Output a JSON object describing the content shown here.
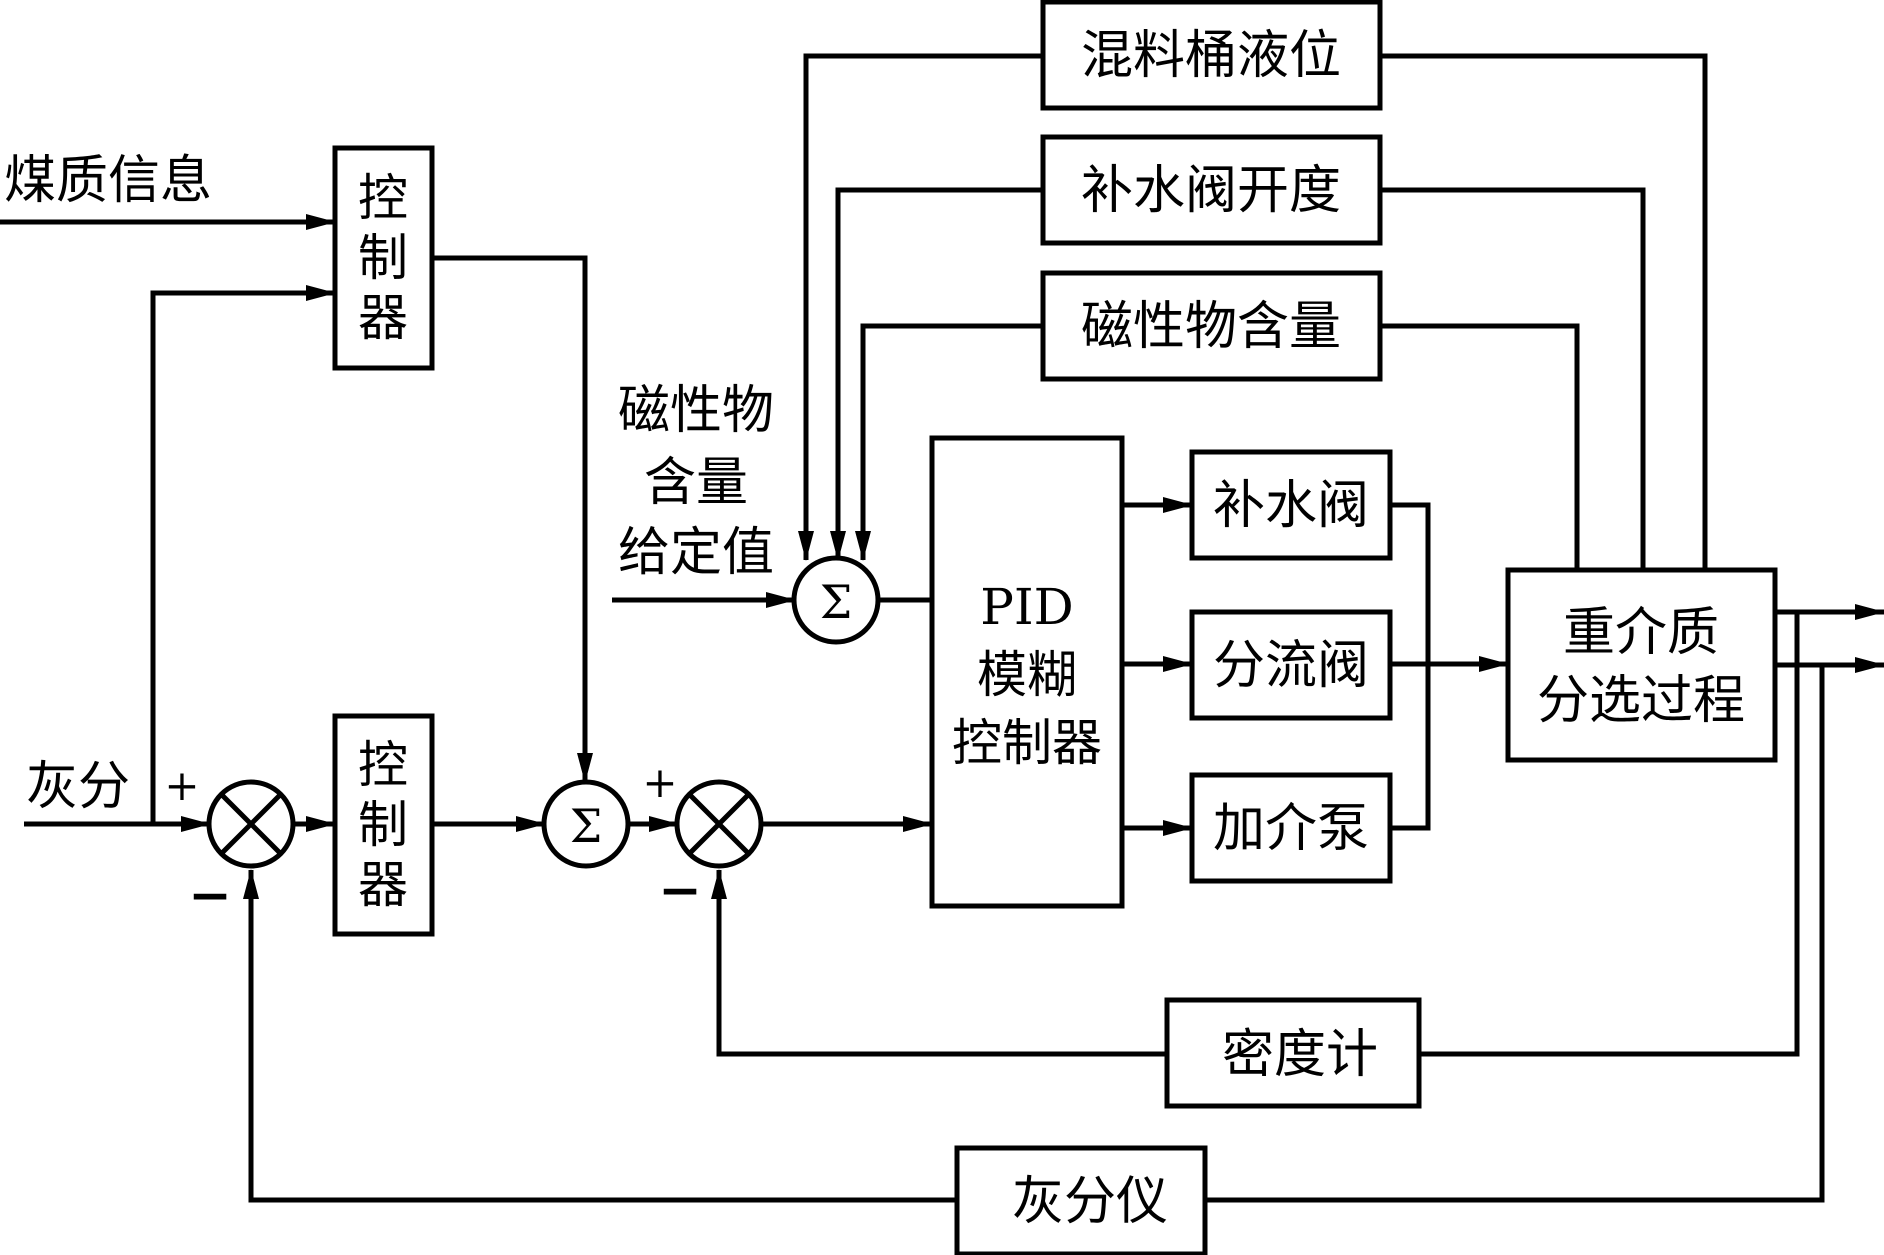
{
  "inputs": {
    "coal_info": "煤质信息",
    "ash": "灰分",
    "magnetic_setpoint": [
      "磁性物",
      "含量",
      "给定值"
    ]
  },
  "blocks": {
    "controller_top": "控制器",
    "controller_bottom": "控制器",
    "pid_fuzzy": [
      "PID",
      "模糊",
      "控制器"
    ],
    "mix_level": "混料桶液位",
    "water_valve_opening": "补水阀开度",
    "magnetic_content": "磁性物含量",
    "water_valve": "补水阀",
    "split_valve": "分流阀",
    "medium_pump": "加介泵",
    "dense_medium_process": [
      "重介质",
      "分选过程"
    ],
    "density_meter": "密度计",
    "ash_analyzer": "灰分仪"
  },
  "symbols": {
    "sum": "Σ",
    "plus": "+",
    "minus": "−"
  }
}
